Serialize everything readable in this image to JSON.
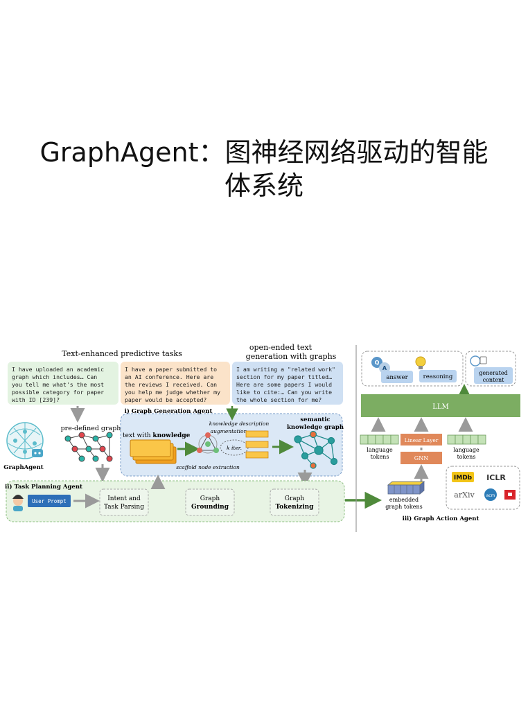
{
  "slide": {
    "title_line1": "GraphAgent：图神经网络驱动的智能",
    "title_line2": "体系统"
  },
  "figure": {
    "top_label_predictive": "Text-enhanced predictive tasks",
    "top_label_openended_1": "open-ended text",
    "top_label_openended_2": "generation with graphs",
    "prompt_green": [
      "I have uploaded an academic",
      "graph  which  includes… Can",
      "you tell me what's the most",
      "possible category for paper",
      "with ID [239]?"
    ],
    "prompt_orange": [
      "I have a paper submitted to",
      "an AI conference. Here are",
      "the reviews I received. Can",
      "you help me judge whether my",
      "paper would be accepted?"
    ],
    "prompt_blue": [
      "I am writing a \"related work\"",
      "section for my paper titled…",
      "Here are some papers I would",
      "like to cite:… Can you write",
      "the whole section for me?"
    ],
    "graphagent_label": "GraphAgent",
    "predefined_graph": "pre-defined graph",
    "gen_agent_title": "i) Graph Generation Agent",
    "text_with": "text with ",
    "knowledge": "knowledge",
    "knowledge_desc_1": "knowledge description",
    "knowledge_desc_2": "augmentation",
    "k_iter": "k iter.",
    "scaffold": "scaffold node extraction",
    "semantic_1": "semantic",
    "semantic_2": "knowledge graph",
    "planning_title": "ii) Task Planning Agent",
    "user_prompt": "User Prompt",
    "intent_1": "Intent and",
    "intent_2": "Task Parsing",
    "grounding_1": "Graph",
    "grounding_2": "Grounding",
    "tokenizing_1": "Graph",
    "tokenizing_2": "Tokenizing",
    "answer": "answer",
    "reasoning": "reasoning",
    "generated_1": "generated",
    "generated_2": "content",
    "llm": "LLM",
    "linear_layer": "Linear Layer",
    "gnn": "GNN",
    "lang_tokens_1": "language",
    "lang_tokens_2": "tokens",
    "embedded_1": "embedded",
    "embedded_2": "graph tokens",
    "action_title": "iii) Graph Action Agent",
    "logo_imdb": "IMDb",
    "logo_iclr": "ICLR",
    "logo_arxiv": "arXiv",
    "logo_acm": "acm"
  },
  "colors": {
    "green_bg": "#e3f3e1",
    "orange_bg": "#fbe3c9",
    "blue_bg": "#cfe0f3",
    "llm_green": "#7cad62",
    "arrow_green": "#4f8a3b",
    "token_orange": "#e0885a"
  }
}
